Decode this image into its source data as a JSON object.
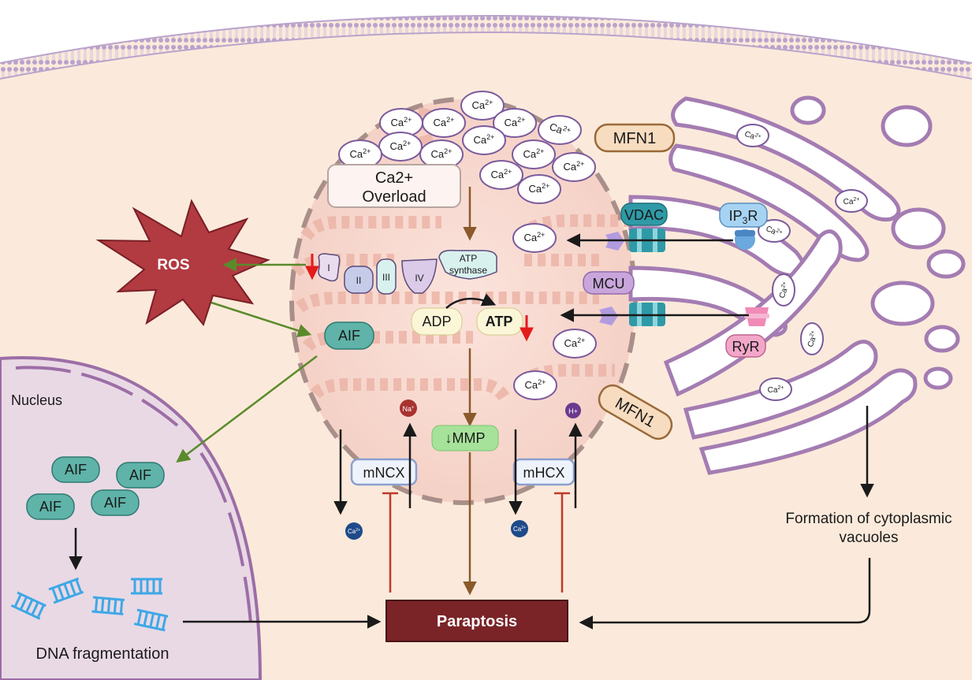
{
  "labels": {
    "ros": "ROS",
    "aif": "AIF",
    "nucleus": "Nucleus",
    "dna_fragmentation": "DNA fragmentation",
    "paraptosis": "Paraptosis",
    "overload_line1": "Ca2+",
    "overload_line2": "Overload",
    "complex_1": "I",
    "complex_2": "II",
    "complex_3": "III",
    "complex_4": "IV",
    "atp_synthase_line1": "ATP",
    "atp_synthase_line2": "synthase",
    "adp": "ADP",
    "atp": "ATP",
    "mmp": "↓MMP",
    "mncx": "mNCX",
    "mhcx": "mHCX",
    "na_ion": "Na",
    "na_sup": "+",
    "h_ion": "H+",
    "ca_base": "Ca",
    "ca_sup": "2+",
    "mfn1": "MFN1",
    "vdac": "VDAC",
    "ip3r_pre": "IP",
    "ip3r_sub": "3",
    "ip3r_post": "R",
    "mcu": "MCU",
    "ryr": "RyR",
    "vacuoles_line1": "Formation of cytoplasmic",
    "vacuoles_line2": "vacuoles"
  },
  "colors": {
    "membrane": "#a58bb4",
    "cytoplasm": "#fbeadb",
    "nucleus": "#e8d8e3",
    "mitochondrion": "#f6d6cc",
    "ros": "#b23a41",
    "aif": "#5fb3a8",
    "paraptosis": "#7a2428",
    "mfn1": "#f7dcc0",
    "vdac": "#2f9aa7",
    "ip3r": "#a7d3f2",
    "mcu": "#c8a6dc",
    "ryr": "#f2a7c9",
    "mmp": "#a6e29a",
    "inhibition": "#c0392b",
    "green_arrow": "#5b8a2b",
    "brown_arrow": "#8a5a2b",
    "dna": "#3ea8e6"
  },
  "icons": [
    "ca-ion-icon",
    "na-ion-icon",
    "h-ion-icon",
    "dna-fragment-icon",
    "er-membrane-icon",
    "channel-icon"
  ]
}
